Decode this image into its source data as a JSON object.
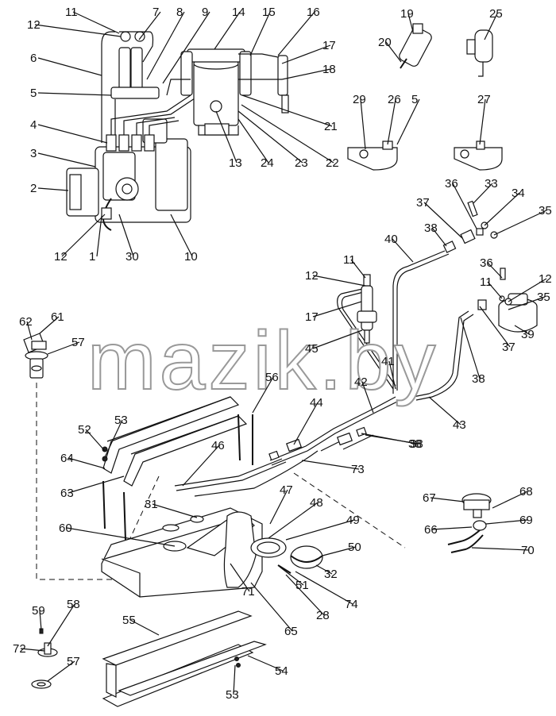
{
  "watermark": "mazik.by",
  "callouts": [
    "11",
    "12",
    "7",
    "8",
    "9",
    "14",
    "15",
    "16",
    "17",
    "18",
    "6",
    "5",
    "4",
    "3",
    "2",
    "12",
    "1",
    "30",
    "10",
    "13",
    "24",
    "23",
    "22",
    "21",
    "19",
    "20",
    "25",
    "29",
    "26",
    "5",
    "27",
    "36",
    "33",
    "34",
    "35",
    "37",
    "38",
    "40",
    "11",
    "12",
    "17",
    "45",
    "41",
    "42",
    "43",
    "38",
    "36",
    "11",
    "12",
    "35",
    "39",
    "37",
    "38",
    "62",
    "61",
    "57",
    "56",
    "52",
    "53",
    "64",
    "63",
    "44",
    "46",
    "73",
    "38",
    "31",
    "47",
    "48",
    "49",
    "50",
    "60",
    "71",
    "51",
    "32",
    "74",
    "28",
    "65",
    "67",
    "68",
    "66",
    "69",
    "70",
    "59",
    "58",
    "72",
    "57",
    "55",
    "54",
    "53"
  ]
}
